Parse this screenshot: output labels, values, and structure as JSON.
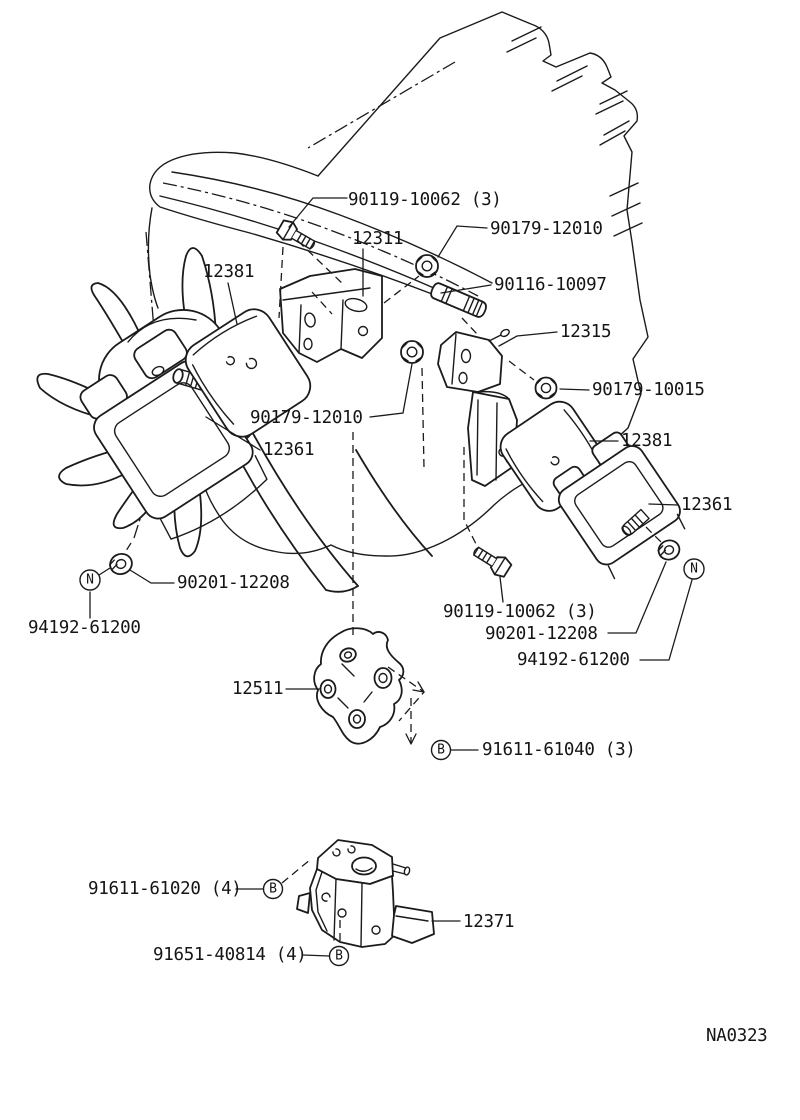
{
  "diagram": {
    "drawing_code": "NA0323",
    "background_color": "#ffffff",
    "ink_color": "#1b1b1b",
    "callouts": {
      "bolt_90119_upper": "90119-10062 (3)",
      "bracket_12311": "12311",
      "nut_90179_12010_upper": "90179-12010",
      "stud_90116_10097": "90116-10097",
      "bracket_12315": "12315",
      "nut_90179_10015": "90179-10015",
      "pad_12381_left": "12381",
      "pad_12381_right": "12381",
      "insulator_12361_left": "12361",
      "insulator_12361_right": "12361",
      "nut_90179_12010_center": "90179-12010",
      "washer_90201_left": "90201-12208",
      "washer_94192_left": "94192-61200",
      "bolt_90119_lower": "90119-10062 (3)",
      "washer_90201_right": "90201-12208",
      "washer_94192_right": "94192-61200",
      "bracket_12511": "12511",
      "bolt_91611_61040": "91611-61040 (3)",
      "bolt_91611_61020": "91611-61020 (4)",
      "mount_12371": "12371",
      "bolt_91651_40814": "91651-40814 (4)"
    },
    "symbols": {
      "b": "B",
      "n": "N"
    }
  }
}
